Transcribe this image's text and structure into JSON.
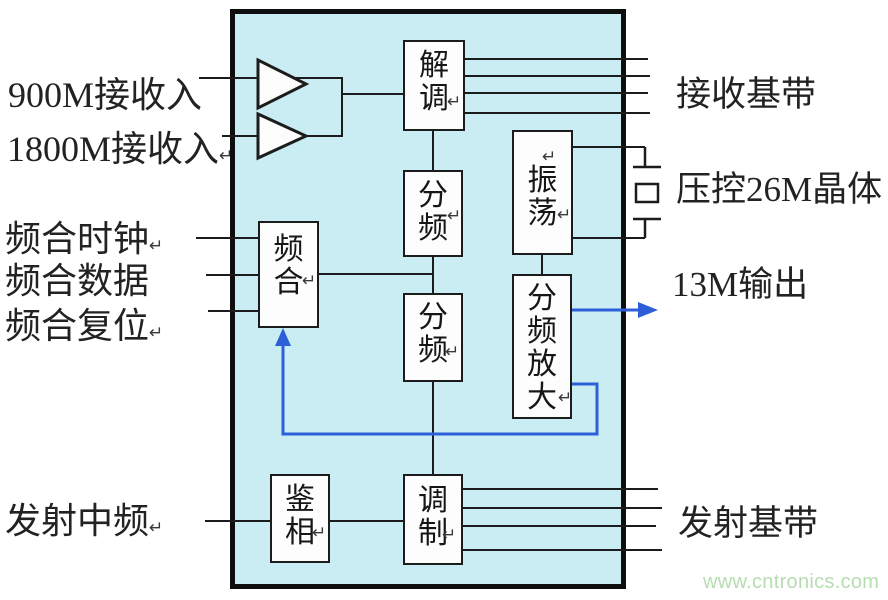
{
  "blocks": {
    "demod": {
      "label": "解调"
    },
    "divider1": {
      "label": "分频"
    },
    "oscillator": {
      "label": "振荡"
    },
    "synthesizer": {
      "label": "频合"
    },
    "divider2": {
      "label": "分频"
    },
    "divider_amp": {
      "label": "分频放大"
    },
    "phase_detector": {
      "label": "鉴相"
    },
    "modulator": {
      "label": "调制"
    }
  },
  "io_labels": {
    "rx900": {
      "text": "900M接收入"
    },
    "rx1800": {
      "text": "1800M接收入",
      "mark": "↵"
    },
    "synth_clock": {
      "text": "频合时钟",
      "mark": "↵"
    },
    "synth_data": {
      "text": "频合数据"
    },
    "synth_reset": {
      "text": "频合复位",
      "mark": "↵"
    },
    "tx_if": {
      "text": "发射中频",
      "mark": "↵"
    },
    "rx_baseband": {
      "text": "接收基带"
    },
    "vcxo": {
      "text": "压控26M晶体"
    },
    "out_13m": {
      "text": "13M输出"
    },
    "tx_baseband": {
      "text": "发射基带"
    }
  },
  "marks": {
    "return": "↵"
  },
  "watermark": {
    "text": "www.cntronics.com"
  },
  "colors": {
    "chip_fill": "#c9edf2",
    "wire": "#1c1c1c",
    "arrow_blue": "#2d5fd8",
    "watermark_green": "#b7dcb2",
    "block_fill": "#fdfdfd"
  }
}
